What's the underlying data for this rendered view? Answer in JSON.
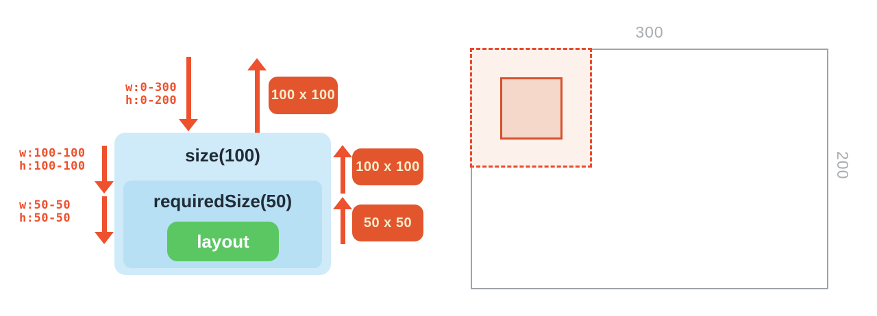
{
  "left_diagram": {
    "modifier_chain": {
      "outer_label": "size(100)",
      "inner_label": "requiredSize(50)",
      "layout_label": "layout"
    },
    "constraint_labels": [
      {
        "line1": "w:0-300",
        "line2": "h:0-200"
      },
      {
        "line1": "w:100-100",
        "line2": "h:100-100"
      },
      {
        "line1": "w:50-50",
        "line2": "h:50-50"
      }
    ],
    "size_badges": [
      "100 x 100",
      "100 x 100",
      "50 x 50"
    ]
  },
  "right_diagram": {
    "width_label": "300",
    "height_label": "200"
  },
  "colors": {
    "accent_orange": "#EE512D",
    "badge_orange": "#E3552C",
    "badge_text": "#F8ECCD",
    "outer_box_blue": "#CFEAF8",
    "inner_box_blue": "#B7E0F4",
    "layout_green": "#5BC763",
    "dark_text": "#212B36",
    "frame_gray": "#9EA3A8",
    "label_gray": "#A9ADB1",
    "dashed_border": "#E8492C",
    "dashed_fill": "#FCF1EB",
    "solid_square_border": "#D6502D",
    "solid_square_fill": "#F5D8C9"
  }
}
